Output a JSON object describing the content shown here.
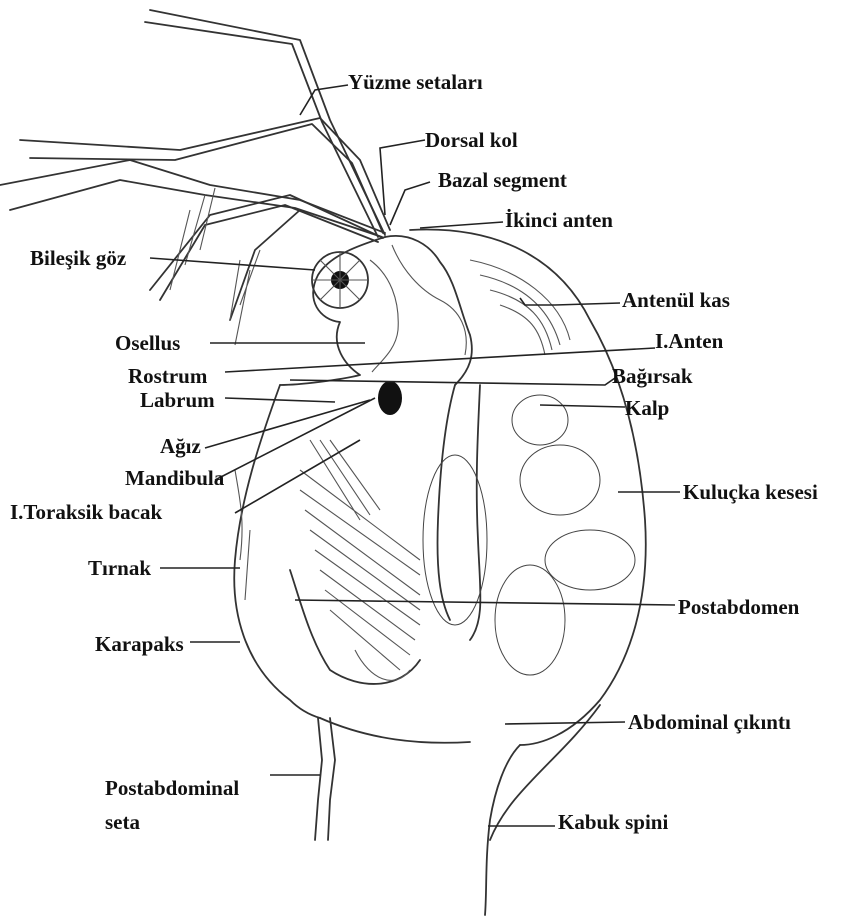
{
  "labels": {
    "yuzme_setalari": "Yüzme setaları",
    "dorsal_kol": "Dorsal kol",
    "bazal_segment": "Bazal segment",
    "ikinci_anten": "İkinci anten",
    "bilesik_goz": "Bileşik göz",
    "antenul_kas": "Antenül kas",
    "osellus": "Osellus",
    "i_anten": "I.Anten",
    "rostrum": "Rostrum",
    "bagirsak": "Bağırsak",
    "labrum": "Labrum",
    "kalp": "Kalp",
    "agiz": "Ağız",
    "mandibula": "Mandibula",
    "kulucka_kesesi": "Kuluçka kesesi",
    "i_toraksik_bacak": "I.Toraksik bacak",
    "tirnak": "Tırnak",
    "postabdomen": "Postabdomen",
    "karapaks": "Karapaks",
    "abdominal_cikinti": "Abdominal çıkıntı",
    "postabdominal_seta_1": "Postabdominal",
    "postabdominal_seta_2": "seta",
    "kabuk_spini": "Kabuk spini"
  }
}
